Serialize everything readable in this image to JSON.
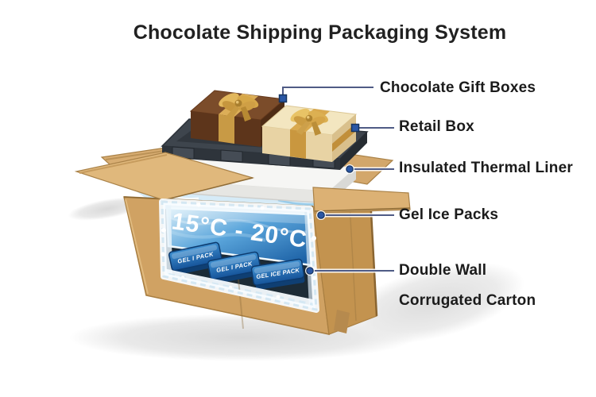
{
  "header": {
    "title": "Chocolate Shipping Packaging System"
  },
  "diagram": {
    "temperature_label": "15°C - 20°C",
    "gel_pack_labels": [
      "GEL I PACK",
      "GEL I PACK",
      "GEL ICE PACK"
    ]
  },
  "labels": [
    {
      "text": "Chocolate Gift Boxes"
    },
    {
      "text": "Retail Box"
    },
    {
      "text": "Insulated Thermal Liner"
    },
    {
      "text": "Gel Ice Packs"
    },
    {
      "line1": "Double Wall",
      "line2": "Corrugated Carton"
    }
  ],
  "colors": {
    "carton_front": "#d0a263",
    "carton_side": "#c3934f",
    "flap": "#ddb277",
    "interior_blue": "#1a64b0",
    "frost_white": "#f8fcff",
    "gel_pack_blue": "#1f6cb4",
    "tray_charcoal": "#3e454d",
    "chocolate_box_brown": "#7b4c2a",
    "cream_box": "#f3e6c0",
    "ribbon_gold": "#d9a94e",
    "foam_liner": "#f6f6f4",
    "leader_line": "#4f5b85",
    "marker_blue": "#2a57a5",
    "label_text": "#1b1b1b",
    "temperature_text": "#ffffff"
  }
}
